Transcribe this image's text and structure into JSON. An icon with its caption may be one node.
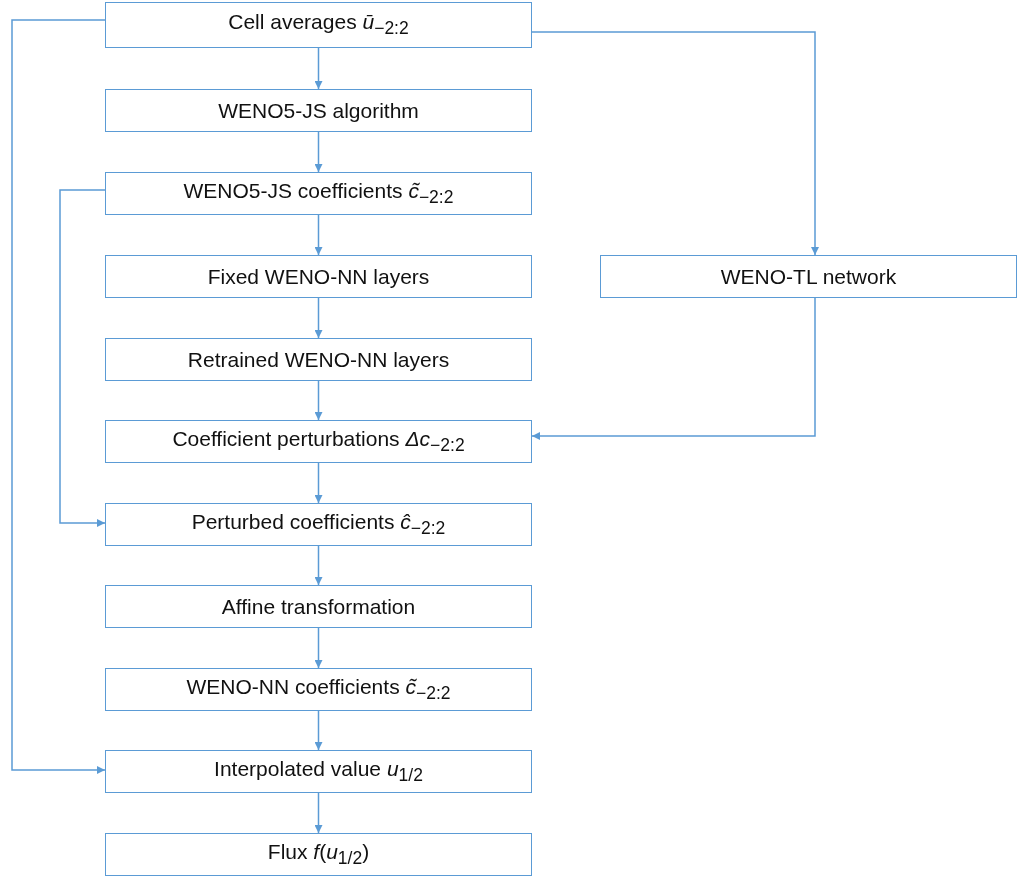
{
  "diagram": {
    "nodes": [
      {
        "text": [
          "Cell averages *ū*$_{−2:2}$"
        ]
      },
      {
        "text": [
          "WENO5-JS algorithm"
        ]
      },
      {
        "text": [
          "WENO5-JS coefficients *c̃*$_{−2:2}$"
        ]
      },
      {
        "text": [
          "Fixed WENO-NN layers"
        ]
      },
      {
        "text": [
          "Retrained WENO-NN layers"
        ]
      },
      {
        "text": [
          "Coefficient perturbations *Δc*$_{−2:2}$"
        ]
      },
      {
        "text": [
          "Perturbed coefficients *ĉ*$_{−2:2}$"
        ]
      },
      {
        "text": [
          "Affine transformation"
        ]
      },
      {
        "text": [
          "WENO-NN coefficients *c̃*$_{−2:2}$"
        ]
      },
      {
        "text": [
          "Interpolated value *u*$_{1/2}$"
        ]
      },
      {
        "text": [
          "Flux *f*(*u*$_{1/2}$)"
        ]
      },
      {
        "text": [
          "WENO-TL network"
        ]
      }
    ],
    "edges": [
      {
        "from": 0,
        "to": 1,
        "arrow": "to"
      },
      {
        "from": 1,
        "to": 2,
        "arrow": "to"
      },
      {
        "from": 2,
        "to": 3,
        "arrow": "to"
      },
      {
        "from": 3,
        "to": 4,
        "arrow": "to"
      },
      {
        "from": 4,
        "to": 5,
        "arrow": "to"
      },
      {
        "from": 5,
        "to": 6,
        "arrow": "to"
      },
      {
        "from": 6,
        "to": 7,
        "arrow": "to"
      },
      {
        "from": 7,
        "to": 8,
        "arrow": "to"
      },
      {
        "from": 8,
        "to": 9,
        "arrow": "to"
      },
      {
        "from": 9,
        "to": 10,
        "arrow": "to"
      },
      {
        "from": 0,
        "to": 11,
        "arrow": "to"
      },
      {
        "from": 11,
        "to": 5,
        "arrow": "to"
      },
      {
        "from": 2,
        "to": 6,
        "arrow": "to"
      },
      {
        "from": 0,
        "to": 9,
        "arrow": "to"
      }
    ]
  }
}
